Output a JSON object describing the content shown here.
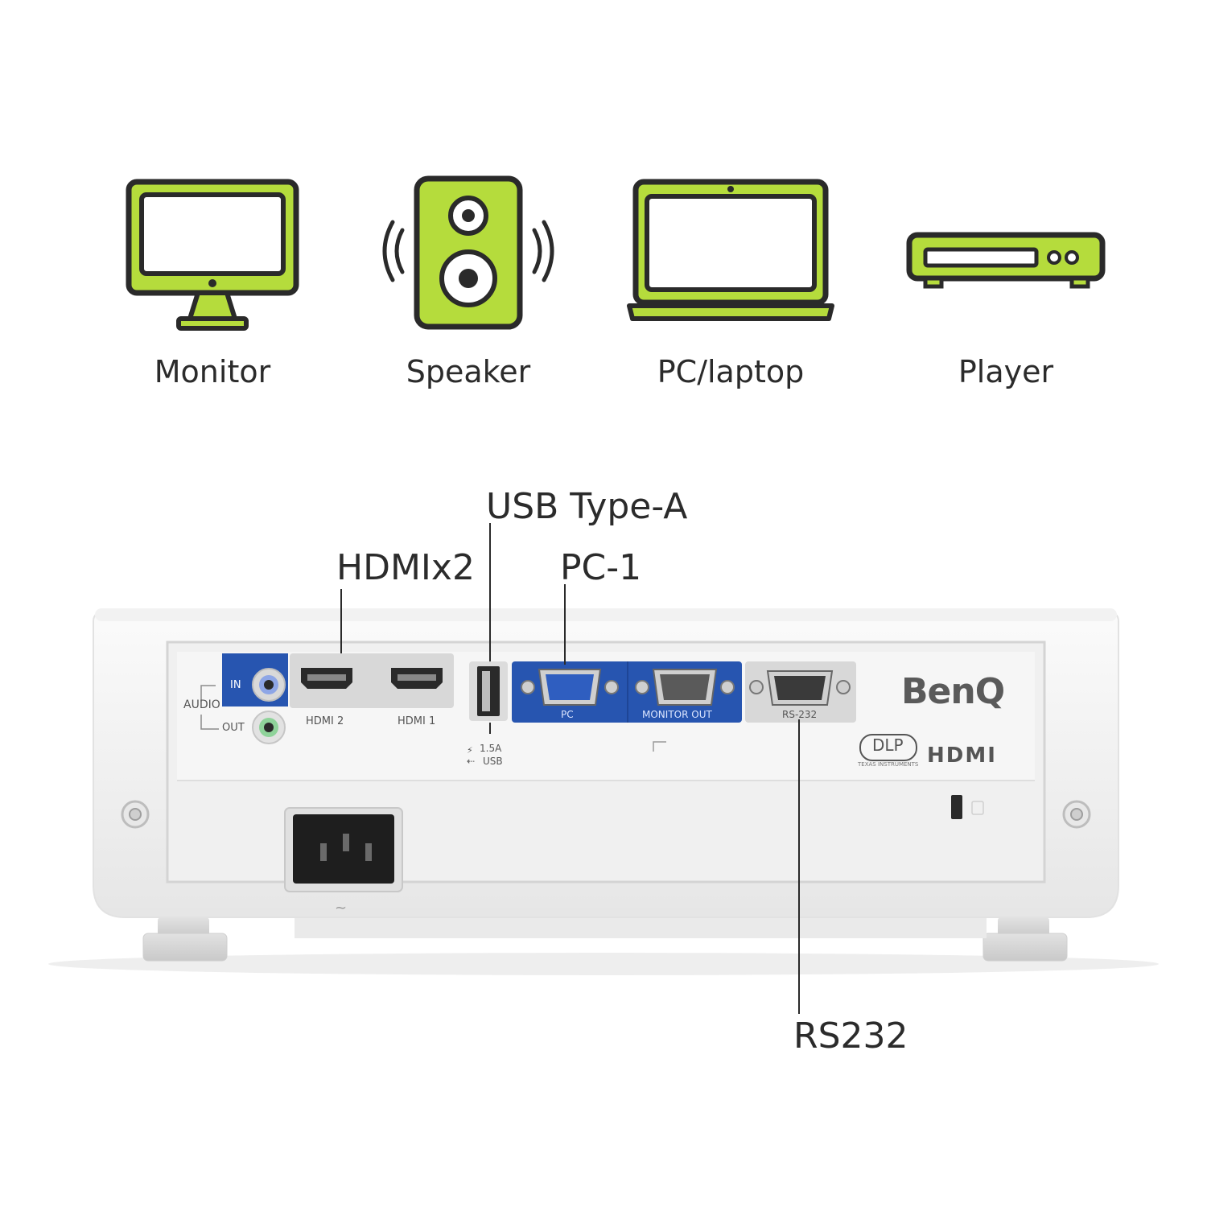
{
  "devices": [
    {
      "label": "Monitor",
      "icon": "monitor-icon"
    },
    {
      "label": "Speaker",
      "icon": "speaker-icon"
    },
    {
      "label": "PC/laptop",
      "icon": "laptop-icon"
    },
    {
      "label": "Player",
      "icon": "media-player-icon"
    }
  ],
  "callouts": {
    "usb": "USB Type-A",
    "hdmi": "HDMIx2",
    "pc": "PC-1",
    "rs232": "RS232"
  },
  "panel": {
    "audio": "AUDIO",
    "audio_in": "IN",
    "audio_out": "OUT",
    "hdmi2": "HDMI 2",
    "hdmi1": "HDMI 1",
    "usb_rating": "1.5A",
    "usb": "USB",
    "pc": "PC",
    "monitor_out": "MONITOR OUT",
    "rs232": "RS-232",
    "brand": "BenQ",
    "dlp": "DLP",
    "dlp_sub": "TEXAS INSTRUMENTS",
    "hdmi_logo": "HDMI"
  },
  "colors": {
    "icon_fill": "#b5dc3c",
    "icon_stroke": "#2a2a2a",
    "port_blue": "#2755b0",
    "panel_gray": "#d8d8d8",
    "body_white": "#f4f4f4"
  }
}
